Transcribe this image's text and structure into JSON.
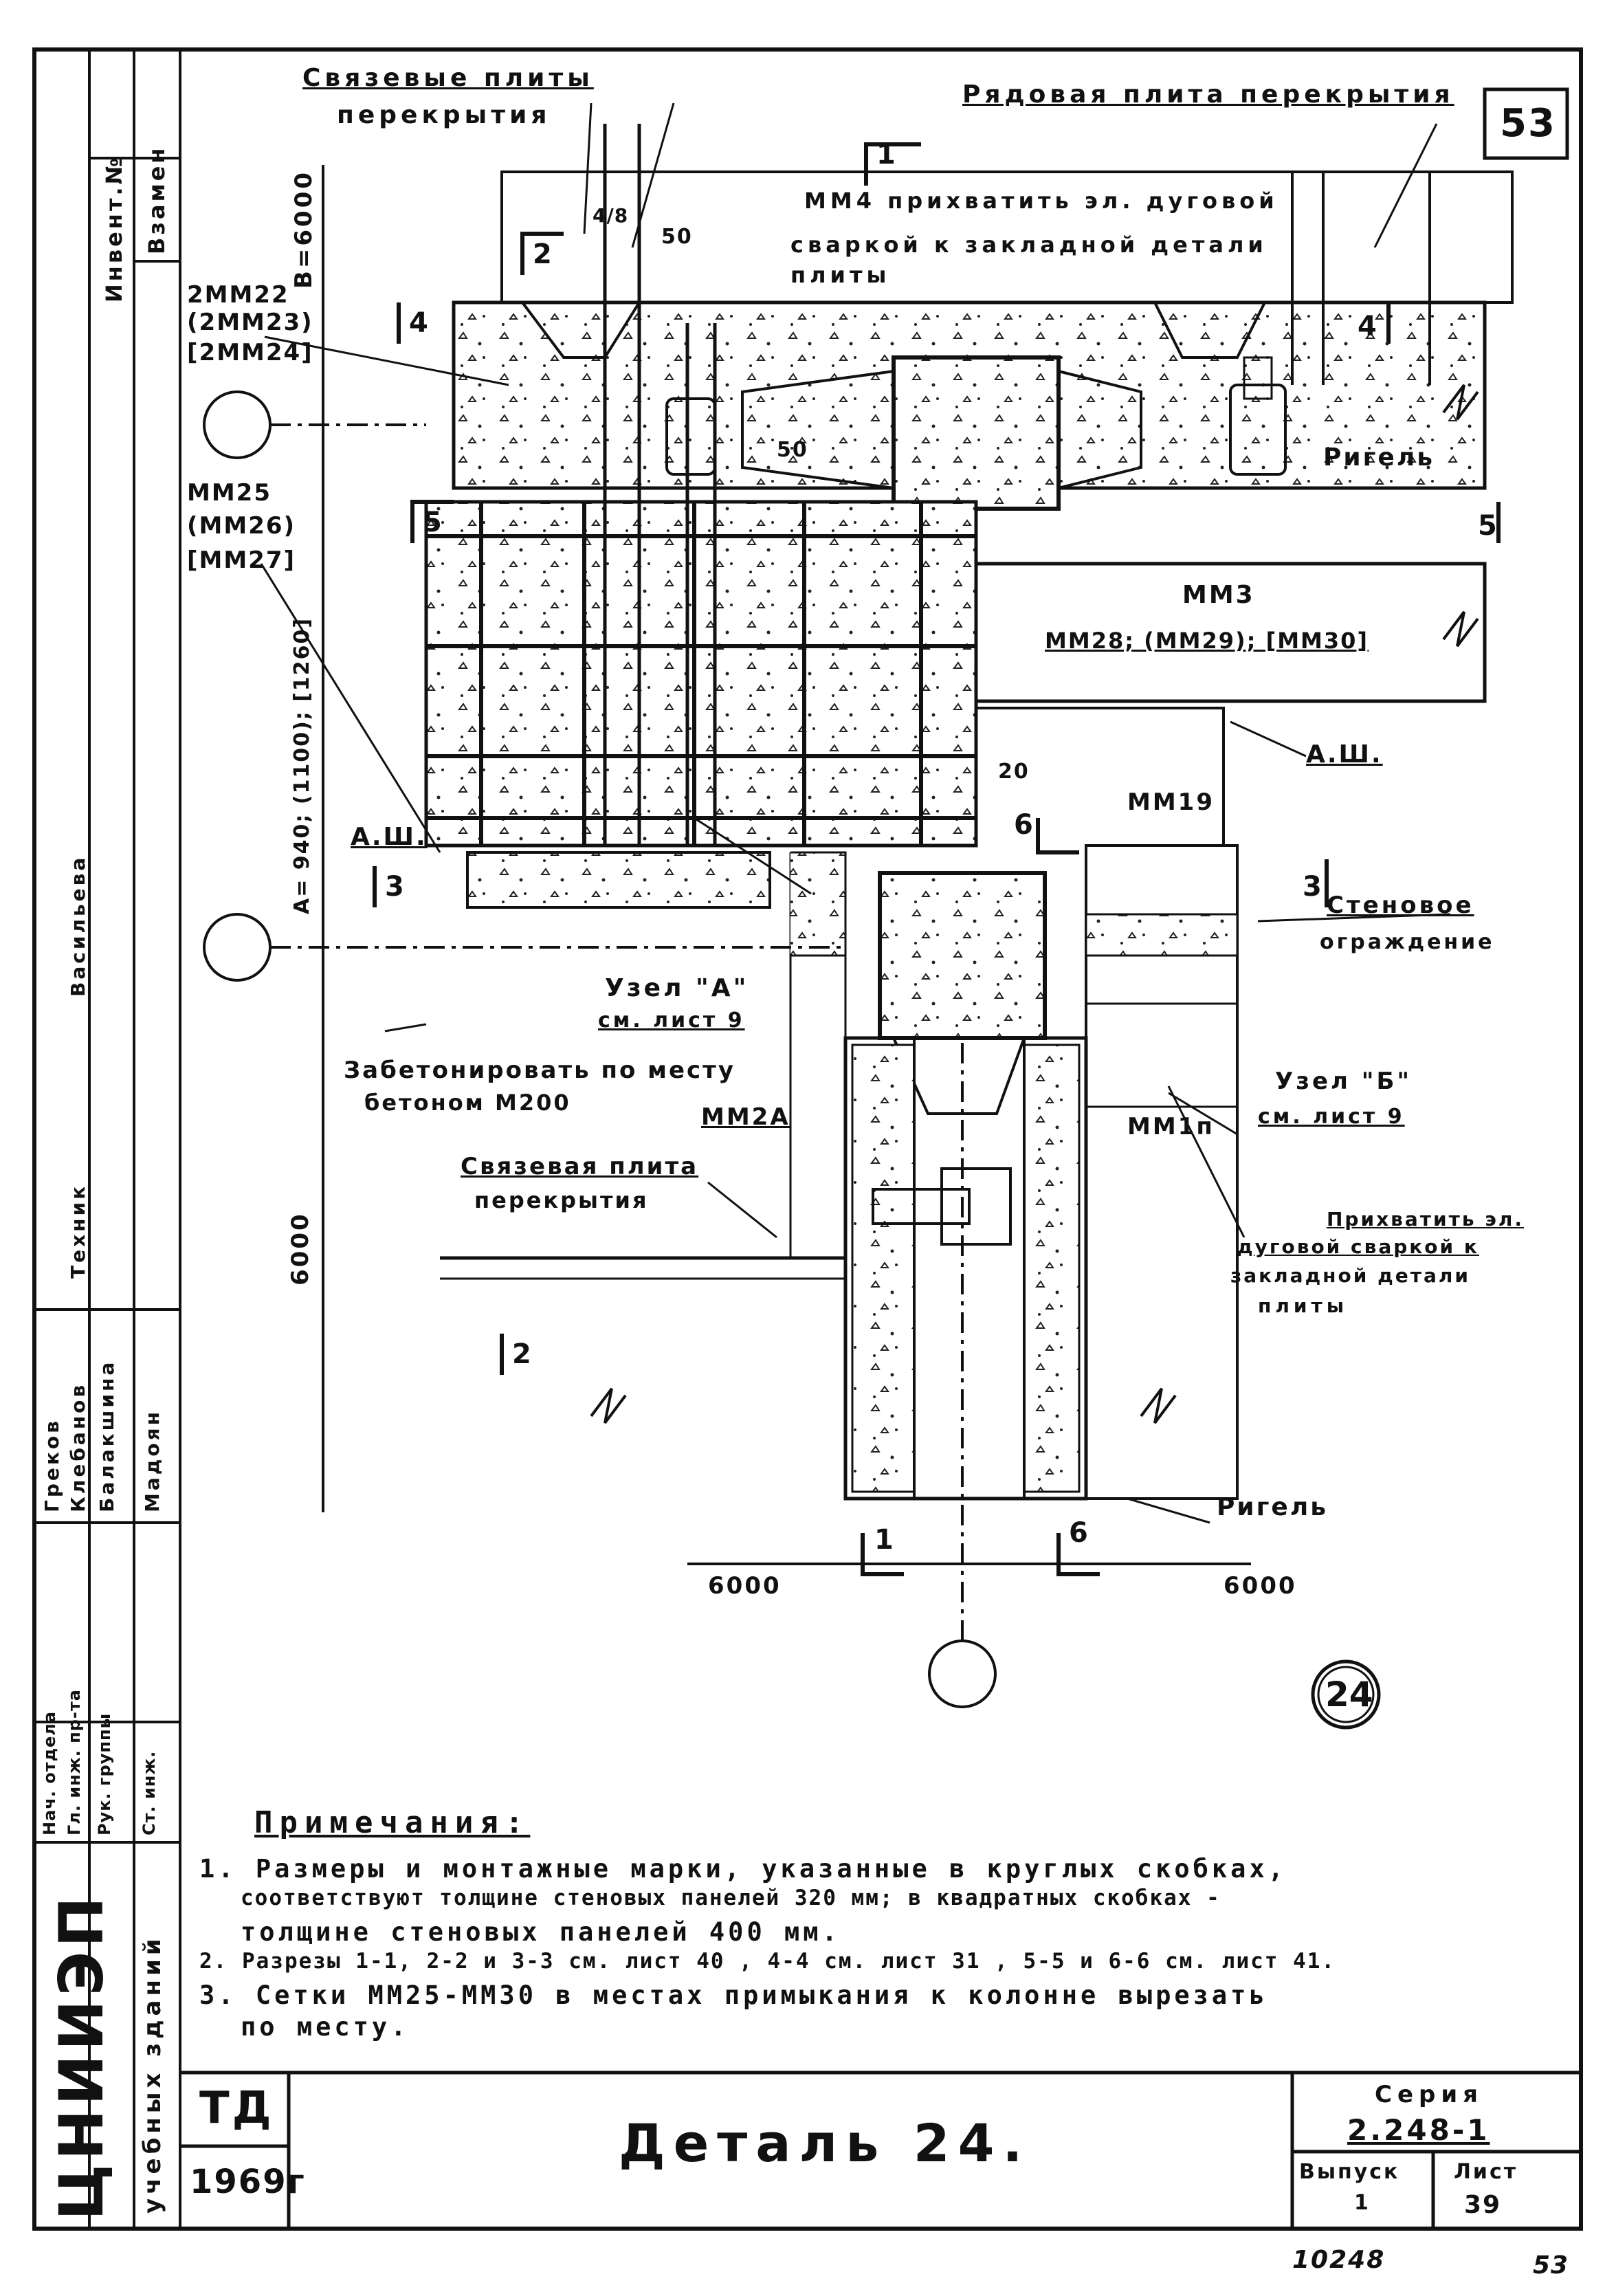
{
  "sheet_number": "53",
  "detail_circle_number": "24",
  "labels": {
    "svyaz_plity_1": "Связевые плиты",
    "svyaz_plity_2": "перекрытия",
    "ryadovaya_plita": "Рядовая плита перекрытия",
    "mm4_note_1": "ММ4 прихватить эл. дуговой",
    "mm4_note_2": "сваркой к закладной детали",
    "mm4_note_3": "плиты",
    "b_dim": "В=6000",
    "mm22": "2ММ22",
    "mm23": "(2ММ23)",
    "mm24": "[2ММ24]",
    "rigel_top": "Ригель",
    "mm25": "ММ25",
    "mm26": "(ММ26)",
    "mm27": "[ММ27]",
    "mm3": "ММ3",
    "mm28": "ММ28; (ММ29); [ММ30]",
    "a_sh_right": "А.Ш.",
    "a_sh_left": "А.Ш.",
    "dim_20": "20",
    "dim_50_top": "50",
    "dim_50_mid": "50",
    "mm19": "ММ19",
    "a_dim": "А= 940; (1100); [1260]",
    "stenovoe_1": "Стеновое",
    "stenovoe_2": "ограждение",
    "uzel_a_1": "Узел \"А\"",
    "uzel_a_2": "см. лист 9",
    "zabeton_1": "Забетонировать по месту",
    "zabeton_2": "бетоном М200",
    "mm2a": "ММ2А",
    "uzel_b_1": "Узел \"Б\"",
    "uzel_b_2": "см. лист 9",
    "mm1p": "ММ1п",
    "svyaz_plita_lower_1": "Связевая плита",
    "svyaz_plita_lower_2": "перекрытия",
    "prihvat_1": "Прихватить эл.",
    "prihvat_2": "дуговой сваркой к",
    "prihvat_3": "закладной детали",
    "prihvat_4": "плиты",
    "dim_6000_left": "6000",
    "dim_6000_bottom_left": "6000",
    "dim_6000_bottom_right": "6000",
    "rigel_bottom": "Ригель",
    "sec_1": "1",
    "sec_2": "2",
    "sec_3": "3",
    "sec_4": "4",
    "sec_5": "5",
    "sec_6": "6",
    "sec_4_8": "4/8"
  },
  "notes": {
    "heading": "Примечания:",
    "n1_l1": "1. Размеры и монтажные марки, указанные в круглых скобках,",
    "n1_l2": "соответствуют толщине стеновых панелей 320 мм; в квадратных скобках -",
    "n1_l3": "толщине стеновых панелей 400 мм.",
    "n2": "2. Разрезы 1-1, 2-2 и 3-3 см. лист 40 , 4-4 см. лист 31 , 5-5 и 6-6 см. лист 41.",
    "n3_l1": "3. Сетки ММ25-ММ30 в местах примыкания к колонне вырезать",
    "n3_l2": "по месту."
  },
  "title_block": {
    "td": "ТД",
    "year": "1969г",
    "title": "Деталь 24.",
    "series_label": "Серия",
    "series_value": "2.248-1",
    "vypusk_label": "Выпуск",
    "vypusk_value": "1",
    "list_label": "Лист",
    "list_value": "39",
    "org": "ЦНИИЭП",
    "org_sub": "учебных зданий",
    "bottom_number": "10248",
    "bottom_page": "53"
  },
  "sidebar": {
    "invent": "Инвент.№",
    "vzamen": "Взамен",
    "roles": [
      "Нач. отдела",
      "Гл. инж. пр-та",
      "Рук. группы",
      "Ст. инж."
    ],
    "names": [
      "Греков",
      "Клебанов",
      "Балакшина",
      "Мадоян"
    ],
    "tehnik": "Техник",
    "tehnik_name": "Васильева"
  }
}
